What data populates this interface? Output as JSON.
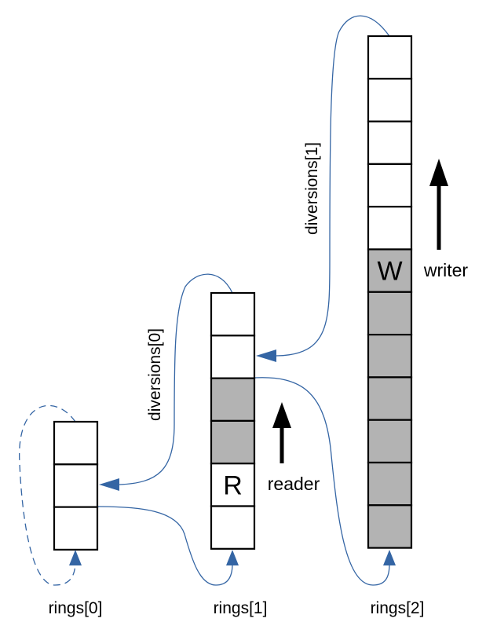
{
  "colors": {
    "connector": "#3465a4",
    "filled_cell": "#b3b3b3",
    "empty_cell": "#ffffff",
    "arrow": "#000000"
  },
  "rings": [
    {
      "label": "rings[0]",
      "cells": [
        "empty",
        "empty",
        "empty"
      ]
    },
    {
      "label": "rings[1]",
      "cells": [
        "empty",
        "empty",
        "filled",
        "filled",
        "empty",
        "empty"
      ],
      "marker": {
        "cell": 4,
        "text": "R"
      }
    },
    {
      "label": "rings[2]",
      "cells": [
        "empty",
        "empty",
        "empty",
        "empty",
        "empty",
        "filled",
        "filled",
        "filled",
        "filled",
        "filled",
        "filled",
        "filled"
      ],
      "marker": {
        "cell": 5,
        "text": "W"
      }
    }
  ],
  "diversions": [
    {
      "label": "diversions[0]"
    },
    {
      "label": "diversions[1]"
    }
  ],
  "pointers": {
    "reader": {
      "label": "reader"
    },
    "writer": {
      "label": "writer"
    }
  }
}
